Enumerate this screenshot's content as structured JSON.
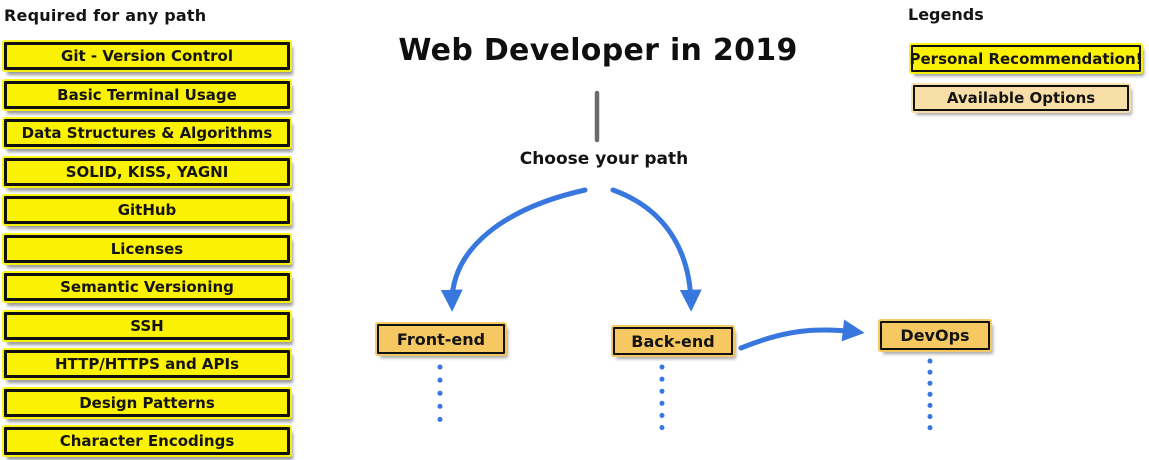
{
  "required": {
    "title": "Required for any path",
    "items": [
      "Git - Version Control",
      "Basic Terminal Usage",
      "Data Structures & Algorithms",
      "SOLID, KISS, YAGNI",
      "GitHub",
      "Licenses",
      "Semantic Versioning",
      "SSH",
      "HTTP/HTTPS and APIs",
      "Design Patterns",
      "Character Encodings"
    ]
  },
  "center": {
    "title": "Web Developer in 2019",
    "subtitle": "Choose your path",
    "nodes": {
      "frontend": "Front-end",
      "backend": "Back-end",
      "devops": "DevOps"
    }
  },
  "legends": {
    "title": "Legends",
    "personal_recommendation": "Personal Recommendation!",
    "available_options": "Available Options"
  },
  "colors": {
    "recommendation_yellow": "#FBF103",
    "option_orange": "#F5C862",
    "option_light_orange": "#F8DFA8",
    "arrow_blue": "#3878DE",
    "stem_gray": "#6B6B6B"
  }
}
